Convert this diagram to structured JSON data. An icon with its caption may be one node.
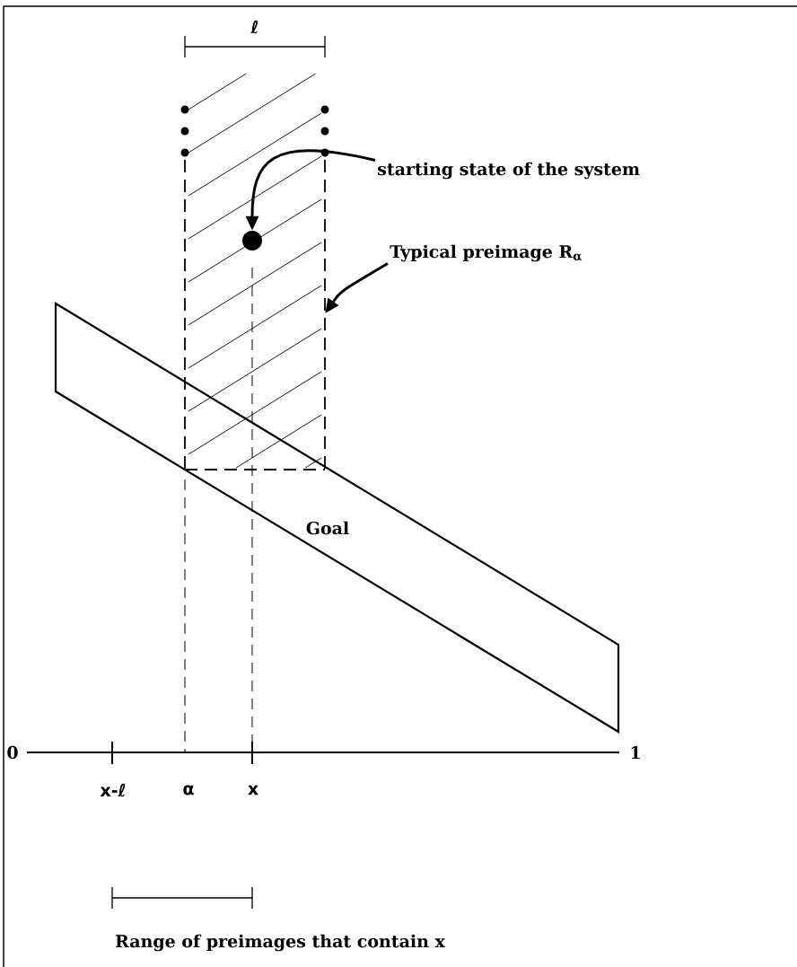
{
  "diagram": {
    "nodes": [
      {
        "text": [
          "starting state of the system"
        ]
      },
      {
        "text": [],
        "shape": "circle",
        "in": 3
      },
      {
        "text": [
          "Typical preimage R$_{α}$"
        ]
      },
      {
        "text": [],
        "shape": "box"
      },
      {
        "text": [
          "Goal"
        ]
      }
    ],
    "edges": [
      {
        "from": 0,
        "to": 1,
        "arrow": "to"
      },
      {
        "from": 2,
        "to": 3,
        "arrow": "to"
      }
    ],
    "labels": [
      "ℓ",
      "0",
      "1",
      "x-ℓ",
      "α",
      "x",
      "Range of preimages that contain x"
    ]
  }
}
